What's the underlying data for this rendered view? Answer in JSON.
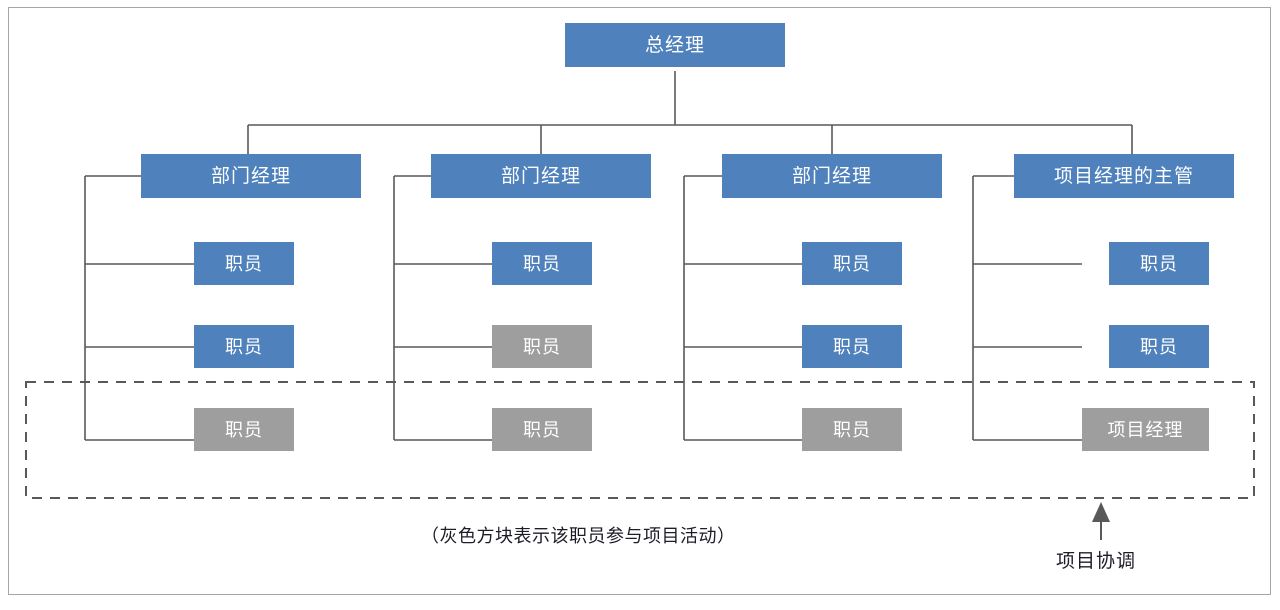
{
  "diagram": {
    "type": "organization-chart",
    "title_node": {
      "label": "总经理",
      "color": "#4f81bd",
      "style": "blue"
    },
    "colors": {
      "blue": "#4f81bd",
      "gray": "#9e9e9e",
      "connector": "#595959",
      "dashed_boundary": "#595959",
      "frame": "#a6a6a6",
      "text_dark": "#1d1d28",
      "text_light": "#ffffff"
    },
    "columns": [
      {
        "id": "column-1",
        "head": {
          "label": "部门经理",
          "style": "blue"
        },
        "members": [
          {
            "label": "职员",
            "style": "blue"
          },
          {
            "label": "职员",
            "style": "blue"
          },
          {
            "label": "职员",
            "style": "gray"
          }
        ]
      },
      {
        "id": "column-2",
        "head": {
          "label": "部门经理",
          "style": "blue"
        },
        "members": [
          {
            "label": "职员",
            "style": "blue"
          },
          {
            "label": "职员",
            "style": "gray"
          },
          {
            "label": "职员",
            "style": "gray"
          }
        ]
      },
      {
        "id": "column-3",
        "head": {
          "label": "部门经理",
          "style": "blue"
        },
        "members": [
          {
            "label": "职员",
            "style": "blue"
          },
          {
            "label": "职员",
            "style": "blue"
          },
          {
            "label": "职员",
            "style": "gray"
          }
        ]
      },
      {
        "id": "column-4",
        "head": {
          "label": "项目经理的主管",
          "style": "blue"
        },
        "members": [
          {
            "label": "职员",
            "style": "blue"
          },
          {
            "label": "职员",
            "style": "blue"
          },
          {
            "label": "项目经理",
            "style": "gray"
          }
        ]
      }
    ],
    "caption": "（灰色方块表示该职员参与项目活动）",
    "annotation": {
      "label": "项目协调",
      "marker": "up-arrow-icon"
    }
  }
}
